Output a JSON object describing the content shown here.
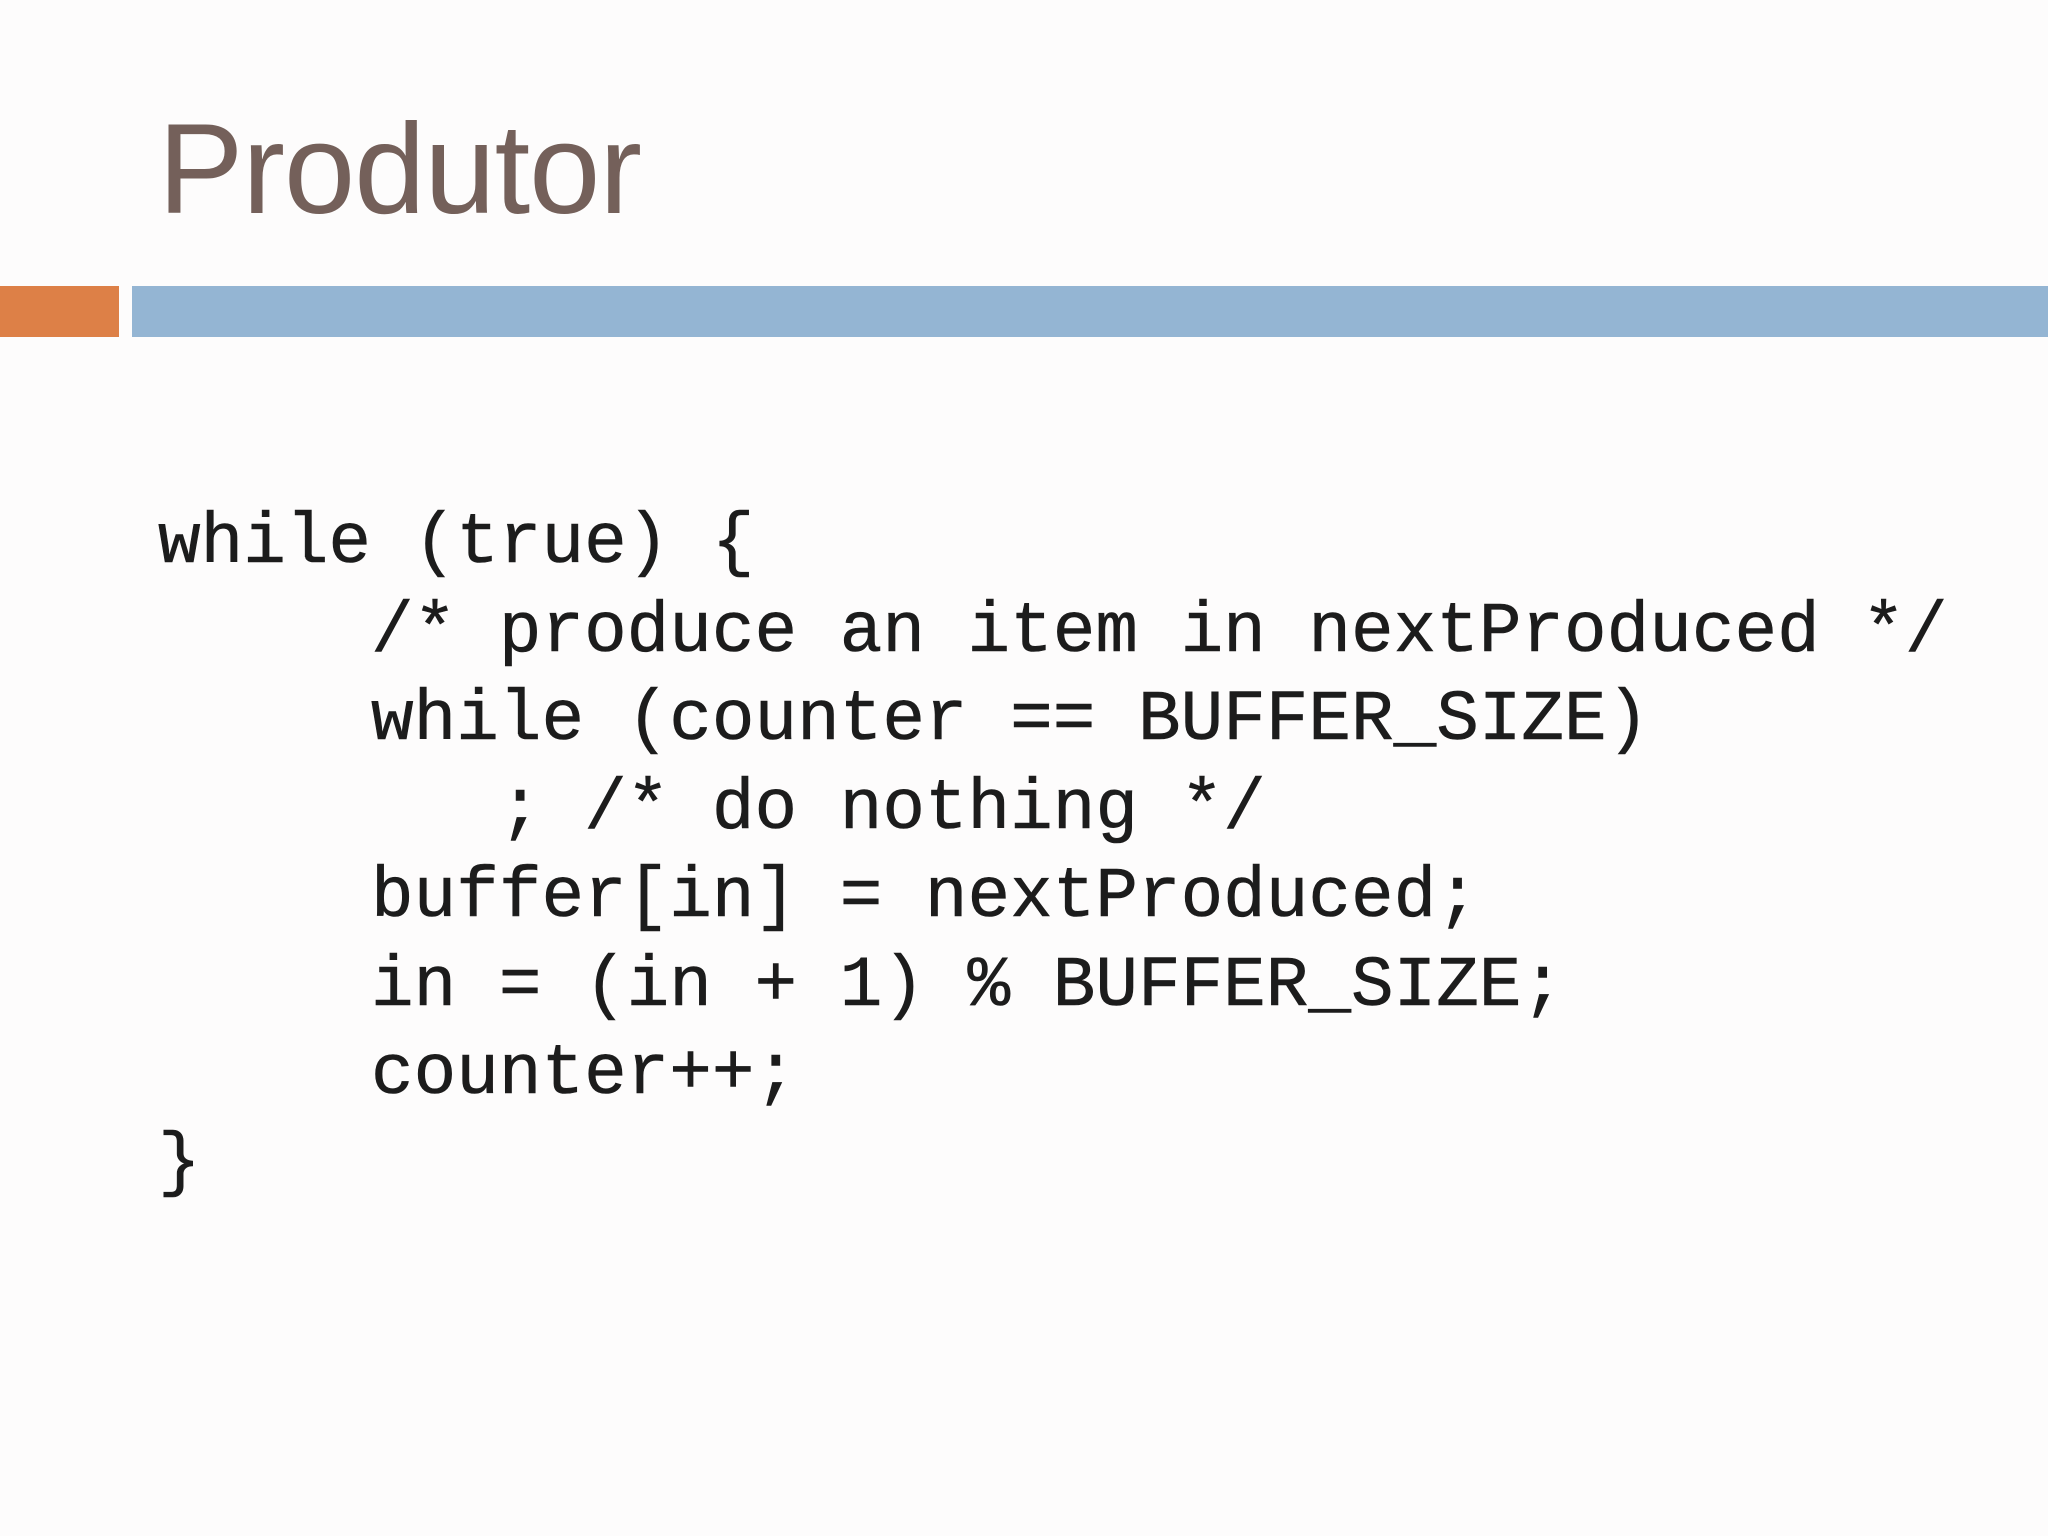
{
  "slide": {
    "title": "Produtor",
    "code_lines": [
      "while (true) {",
      "     /* produce an item in nextProduced */",
      "     while (counter == BUFFER_SIZE)",
      "        ; /* do nothing */",
      "     buffer[in] = nextProduced;",
      "     in = (in + 1) % BUFFER_SIZE;",
      "     counter++;",
      "}"
    ]
  },
  "colors": {
    "background": "#fdfcfc",
    "title": "#74605a",
    "accent_bar": "#dd8047",
    "rule_bar": "#94b5d3",
    "code_text": "#1c1c1c"
  }
}
